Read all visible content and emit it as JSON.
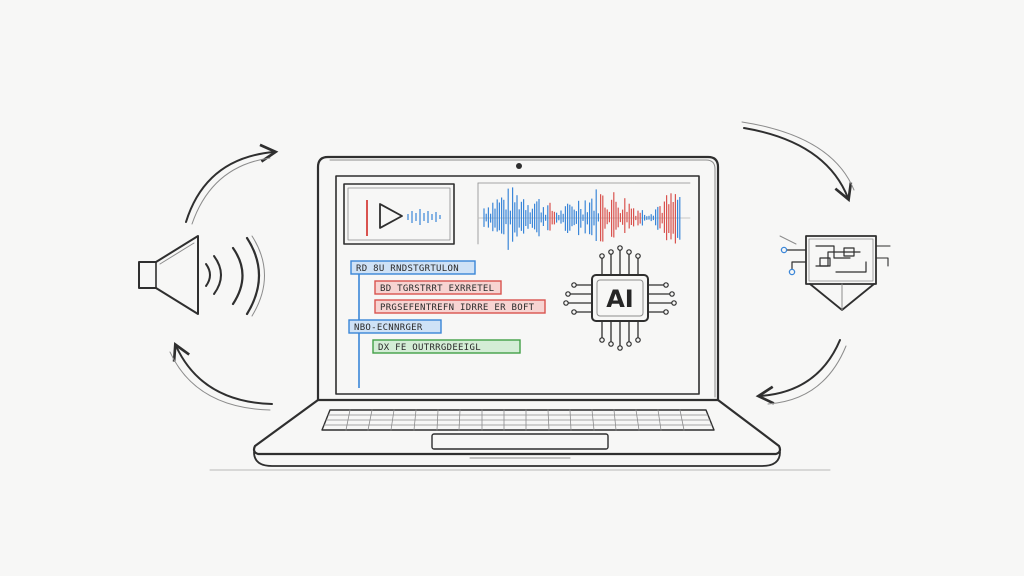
{
  "chip": {
    "label": "AI"
  },
  "transcript": {
    "labels": [
      {
        "text": "RD 8U RNDSTGRTULON",
        "color": "#3a86d8"
      },
      {
        "text": "BD TGRSTRRT EXRRETEL",
        "color": "#d9534f"
      },
      {
        "text": "PRGSEFENTREFN IDRRE ER BOFT",
        "color": "#d9534f"
      },
      {
        "text": "NBO-ECNNRGER",
        "color": "#3a86d8"
      },
      {
        "text": "DX FE OUTRRGDEEIGL",
        "color": "#43a047"
      }
    ]
  },
  "colors": {
    "blue": "#3a86d8",
    "red": "#d9534f",
    "green": "#43a047",
    "ink": "#2f2f2f"
  },
  "icons": {
    "speaker": "speaker-icon",
    "play": "play-icon",
    "chip": "ai-chip-icon",
    "document": "document-icon"
  }
}
